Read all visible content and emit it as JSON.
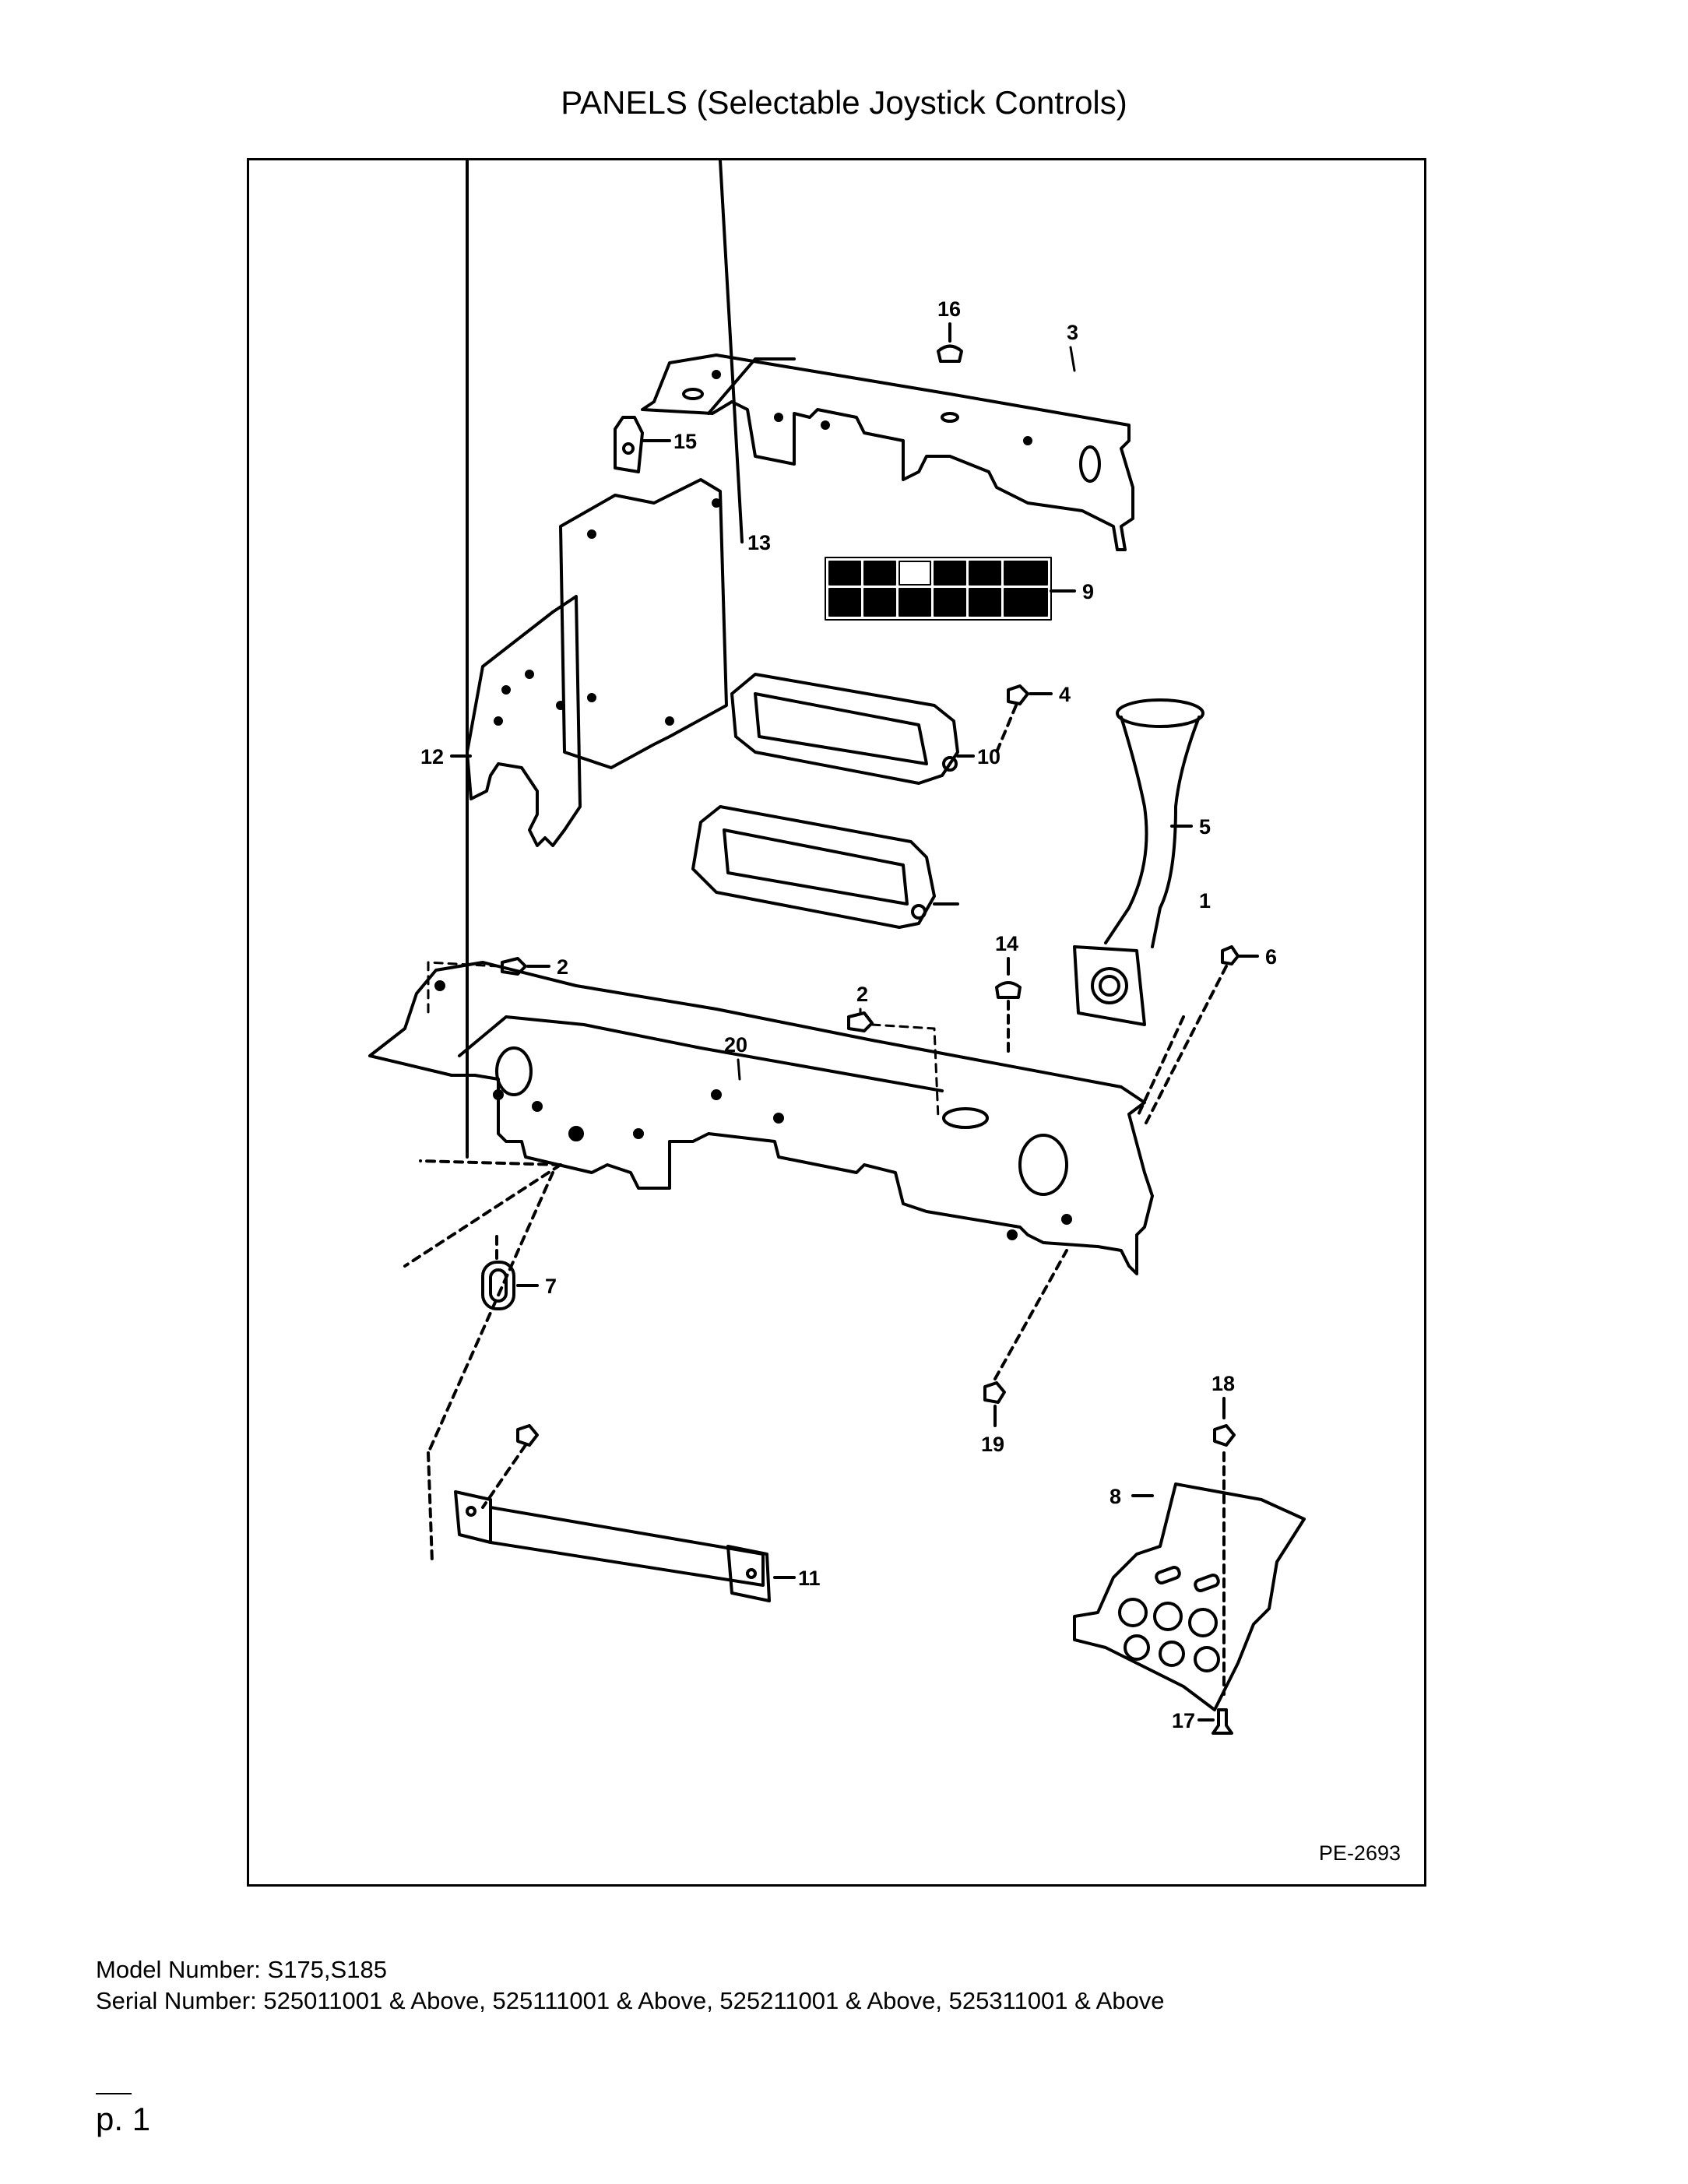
{
  "title": "PANELS (Selectable Joystick Controls)",
  "diagram": {
    "drawing_id": "PE-2693",
    "callouts": [
      {
        "id": "c1",
        "text": "1"
      },
      {
        "id": "c2a",
        "text": "2"
      },
      {
        "id": "c2b",
        "text": "2"
      },
      {
        "id": "c3",
        "text": "3"
      },
      {
        "id": "c4",
        "text": "4"
      },
      {
        "id": "c5",
        "text": "5"
      },
      {
        "id": "c6",
        "text": "6"
      },
      {
        "id": "c7",
        "text": "7"
      },
      {
        "id": "c8",
        "text": "8"
      },
      {
        "id": "c9",
        "text": "9"
      },
      {
        "id": "c10",
        "text": "10"
      },
      {
        "id": "c11",
        "text": "11"
      },
      {
        "id": "c12",
        "text": "12"
      },
      {
        "id": "c13",
        "text": "13"
      },
      {
        "id": "c14",
        "text": "14"
      },
      {
        "id": "c15",
        "text": "15"
      },
      {
        "id": "c16",
        "text": "16"
      },
      {
        "id": "c17",
        "text": "17"
      },
      {
        "id": "c18",
        "text": "18"
      },
      {
        "id": "c19",
        "text": "19"
      },
      {
        "id": "c20",
        "text": "20"
      }
    ]
  },
  "info": {
    "model": "Model Number: S175,S185",
    "serial": "Serial Number: 525011001 & Above, 525111001 & Above, 525211001 & Above, 525311001 & Above"
  },
  "footer": {
    "page": "p. 1"
  }
}
